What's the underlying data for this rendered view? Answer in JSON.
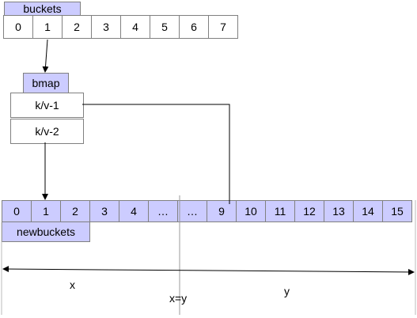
{
  "buckets": {
    "label": "buckets",
    "cells": [
      "0",
      "1",
      "2",
      "3",
      "4",
      "5",
      "6",
      "7"
    ]
  },
  "bmap": {
    "label": "bmap",
    "entries": [
      "k/v-1",
      "k/v-2"
    ]
  },
  "newbuckets": {
    "label": "newbuckets",
    "cells": [
      "0",
      "1",
      "2",
      "3",
      "4",
      "…",
      "…",
      "9",
      "10",
      "11",
      "12",
      "13",
      "14",
      "15"
    ]
  },
  "range": {
    "x_label": "x",
    "split_label": "x=y",
    "y_label": "y"
  },
  "colors": {
    "label_fill": "#ccccff",
    "cell_fill": "#ffffff",
    "border": "#808080",
    "line": "#000000"
  }
}
